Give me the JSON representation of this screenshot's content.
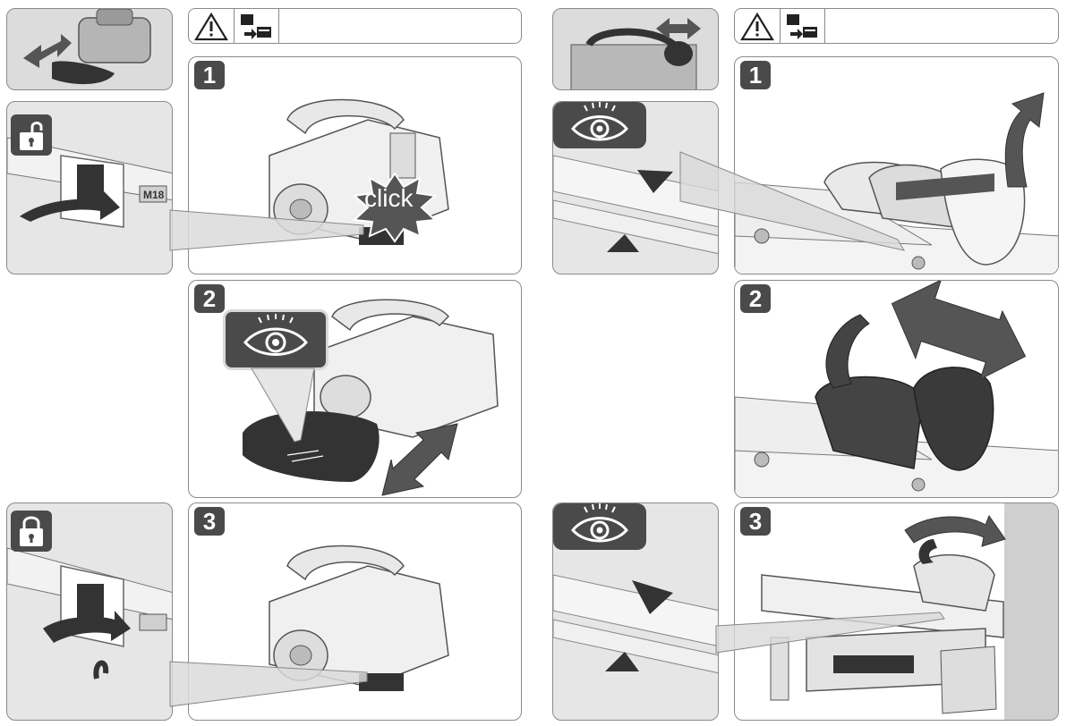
{
  "left_page": {
    "steps": [
      {
        "number": "1",
        "callout": "click"
      },
      {
        "number": "2"
      },
      {
        "number": "3"
      }
    ],
    "header_icons": [
      "warning-triangle-icon",
      "battery-removed-icon"
    ],
    "detail_icons": [
      "unlock-icon",
      "eye-icon",
      "lock-icon"
    ],
    "detail_badge": "M18"
  },
  "right_page": {
    "steps": [
      {
        "number": "1"
      },
      {
        "number": "2"
      },
      {
        "number": "3"
      }
    ],
    "header_icons": [
      "warning-triangle-icon",
      "battery-removed-icon"
    ],
    "detail_icons": [
      "eye-icon",
      "eye-icon"
    ]
  },
  "colors": {
    "badge": "#4a4a4a",
    "border": "#8a8a8a",
    "arrow": "#5a5a5a",
    "panel_grey": "#e6e6e6"
  }
}
